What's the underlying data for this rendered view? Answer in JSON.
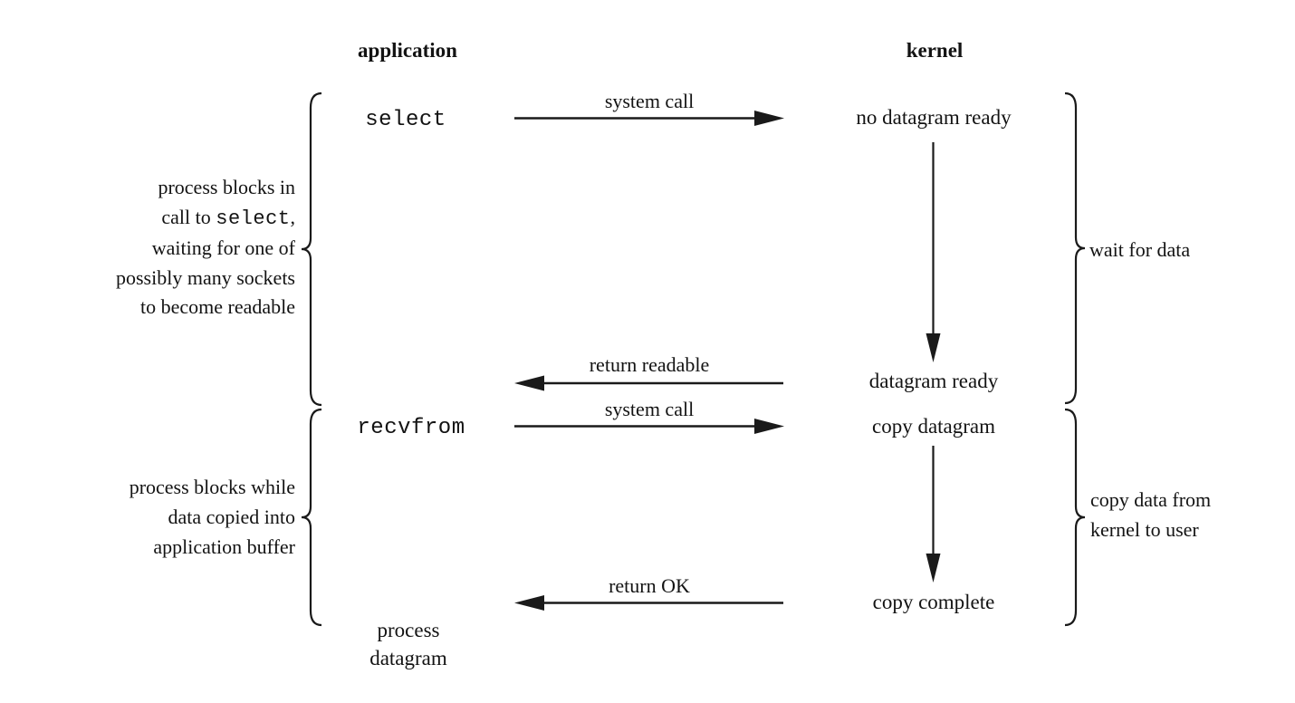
{
  "diagram": {
    "headers": {
      "left": "application",
      "right": "kernel"
    },
    "application_column": {
      "call1": "select",
      "call2": "recvfrom",
      "final_line1": "process",
      "final_line2": "datagram"
    },
    "arrows": {
      "syscall1": "system call",
      "return1": "return readable",
      "syscall2": "system call",
      "return2": "return OK"
    },
    "kernel_column": {
      "state1": "no datagram ready",
      "state2": "datagram ready",
      "state3": "copy datagram",
      "state4": "copy complete"
    },
    "left_notes": {
      "block1": {
        "line1": "process blocks in",
        "line2_pre": "call to ",
        "line2_code": "select",
        "line2_post": ",",
        "line3": "waiting for one of",
        "line4": "possibly many sockets",
        "line5": "to become readable"
      },
      "block2": {
        "line1": "process blocks while",
        "line2": "data copied into",
        "line3": "application buffer"
      }
    },
    "right_notes": {
      "note1": "wait for data",
      "note2_line1": "copy data from",
      "note2_line2": "kernel to user"
    },
    "colors": {
      "ink": "#1a1a1a",
      "background": "#ffffff"
    }
  }
}
